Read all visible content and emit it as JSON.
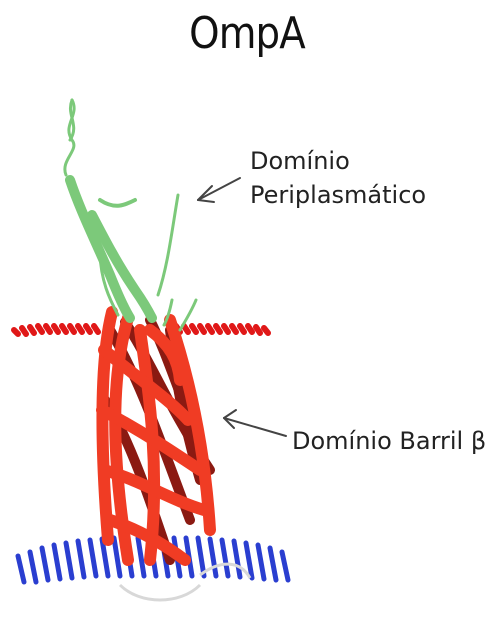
{
  "title": "OmpA",
  "labels": {
    "periplasmic_line1": "Domínio",
    "periplasmic_line2": "Periplasmático",
    "barrel": "Domínio Barril β"
  },
  "colors": {
    "periplasmic_domain": "#7cc97a",
    "barrel_front": "#f03c24",
    "barrel_back": "#8b1a12",
    "membrane_top": "#e01818",
    "membrane_bottom": "#2a3ed0"
  },
  "icons": [
    "arrow-left-icon",
    "arrow-left-icon"
  ]
}
